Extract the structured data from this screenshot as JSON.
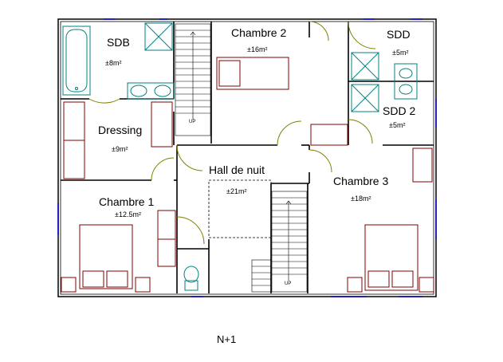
{
  "plan": {
    "level": "N+1",
    "rooms": [
      {
        "id": "sdb",
        "name": "SDB",
        "area": "±8m²"
      },
      {
        "id": "chambre2",
        "name": "Chambre 2",
        "area": "±16m²"
      },
      {
        "id": "sdd",
        "name": "SDD",
        "area": "±5m²"
      },
      {
        "id": "sdd2",
        "name": "SDD 2",
        "area": "±5m²"
      },
      {
        "id": "dressing",
        "name": "Dressing",
        "area": "±9m²"
      },
      {
        "id": "hall",
        "name": "Hall de nuit",
        "area": "±21m²"
      },
      {
        "id": "chambre3",
        "name": "Chambre 3",
        "area": "±18m²"
      },
      {
        "id": "chambre1",
        "name": "Chambre 1",
        "area": "±12.5m²"
      }
    ],
    "stair_labels": [
      "UP",
      "UP"
    ],
    "colors": {
      "wall": "#000000",
      "window": "#0000cc",
      "door": "#808000",
      "furniture": "#800000",
      "fixture": "#008080"
    }
  }
}
